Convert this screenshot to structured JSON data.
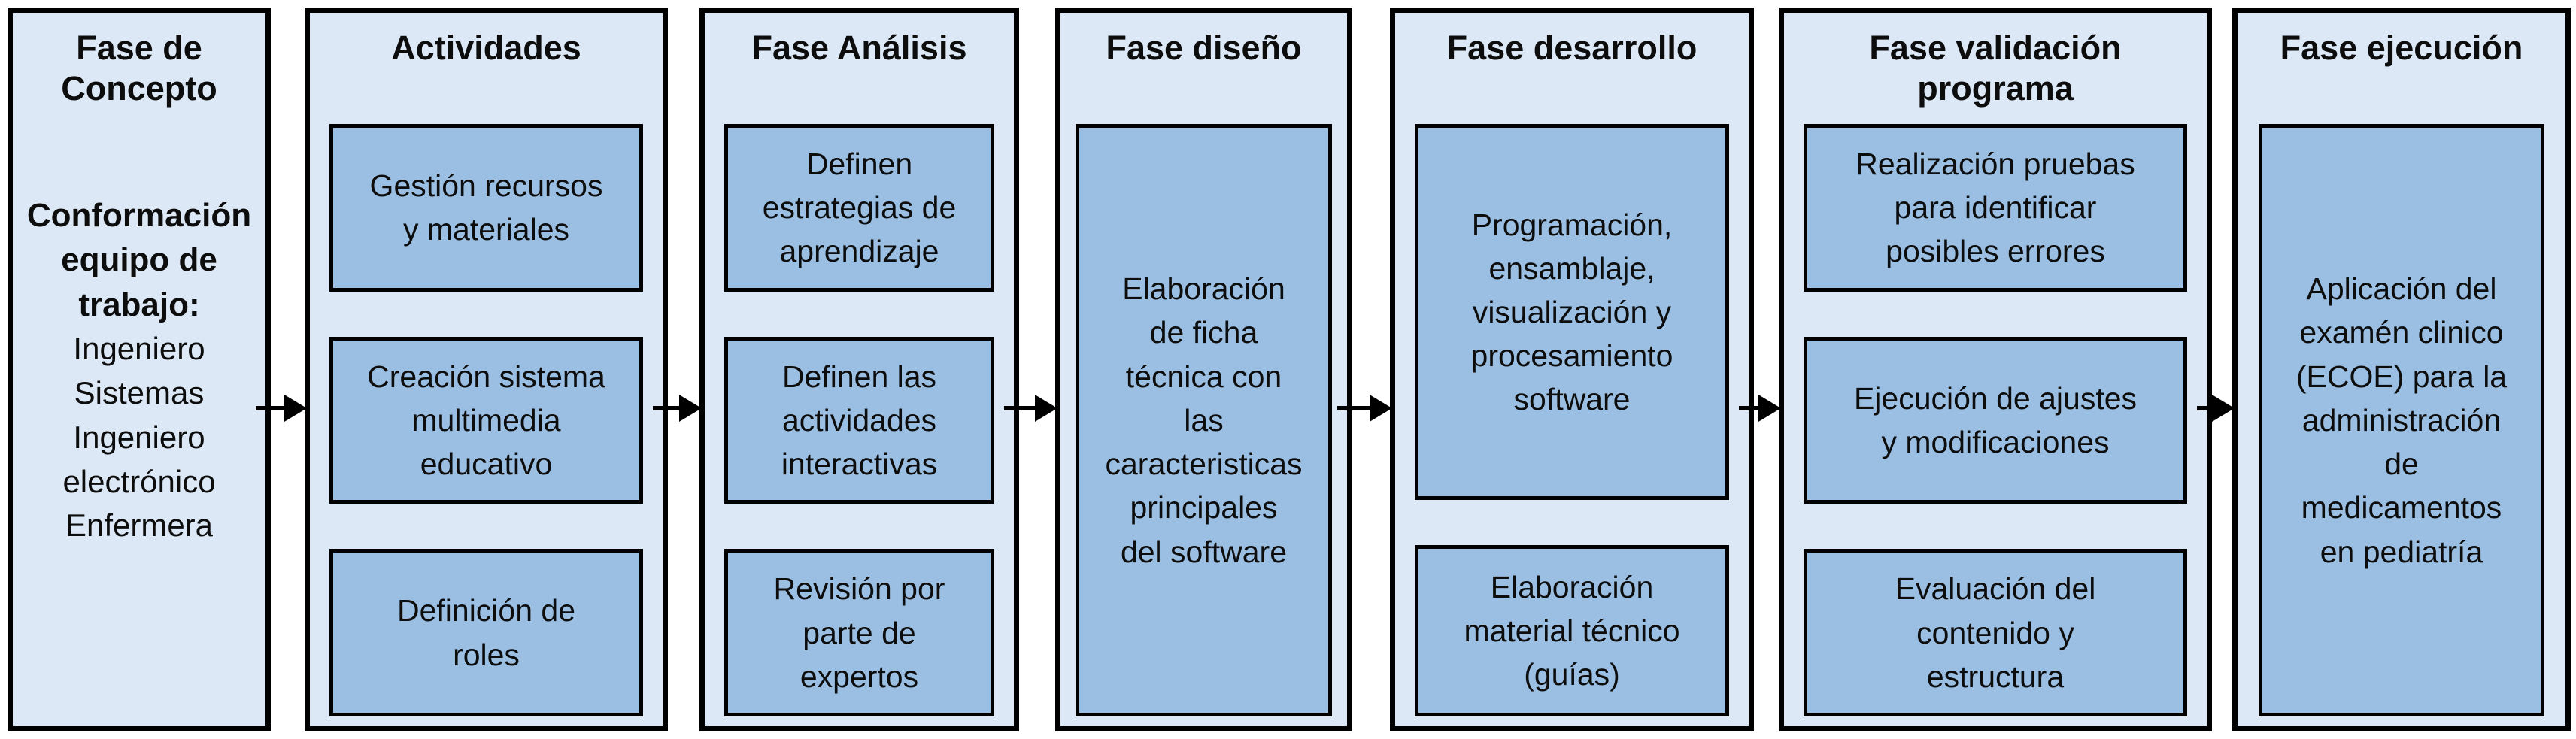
{
  "diagram": {
    "colors": {
      "outer_box_fill": "#dce8f5",
      "inner_box_fill": "#9bbfe2",
      "border": "#000000",
      "arrow": "#000000",
      "background": "#ffffff"
    },
    "columns": [
      {
        "title": "Fase de\nConcepto",
        "subtitle": "Conformación\nequipo de\ntrabajo:",
        "members": "Ingeniero\nSistemas\nIngeniero\nelectrónico\nEnfermera",
        "items": []
      },
      {
        "title": "Actividades",
        "items": [
          "Gestión recursos\ny materiales",
          "Creación sistema\nmultimedia\neducativo",
          "Definición de\nroles"
        ]
      },
      {
        "title": "Fase Análisis",
        "items": [
          "Definen\nestrategias de\naprendizaje",
          "Definen las\nactividades\ninteractivas",
          "Revisión por\nparte de\nexpertos"
        ]
      },
      {
        "title": "Fase diseño",
        "items": [
          "Elaboración\nde ficha\ntécnica con\nlas\ncaracteristicas\nprincipales\ndel software"
        ]
      },
      {
        "title": "Fase desarrollo",
        "items": [
          "Programación,\nensamblaje,\nvisualización y\nprocesamiento\nsoftware",
          "Elaboración\nmaterial técnico\n(guías)"
        ]
      },
      {
        "title": "Fase validación programa",
        "items": [
          "Realización pruebas\npara identificar\nposibles errores",
          "Ejecución de ajustes\ny modificaciones",
          "Evaluación del\ncontenido y\nestructura"
        ]
      },
      {
        "title": "Fase ejecución",
        "items": [
          "Aplicación del\nexamén clinico\n(ECOE) para la\nadministración\nde\nmedicamentos\nen pediatría"
        ]
      }
    ]
  }
}
